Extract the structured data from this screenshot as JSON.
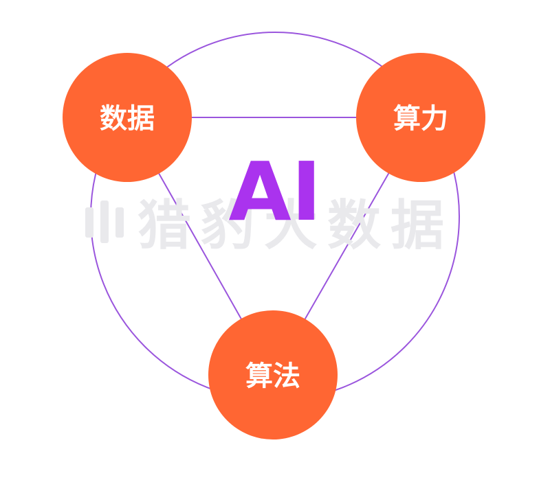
{
  "diagram": {
    "center_label": "AI",
    "nodes": [
      {
        "id": "data",
        "label": "数据"
      },
      {
        "id": "compute",
        "label": "算力"
      },
      {
        "id": "algorithm",
        "label": "算法"
      }
    ],
    "watermark": "猎豹大数据",
    "colors": {
      "node_fill": "#ff6633",
      "node_text": "#ffffff",
      "center_text": "#aa33ee",
      "line": "#9a55dd",
      "watermark": "#e9e9ec"
    }
  }
}
